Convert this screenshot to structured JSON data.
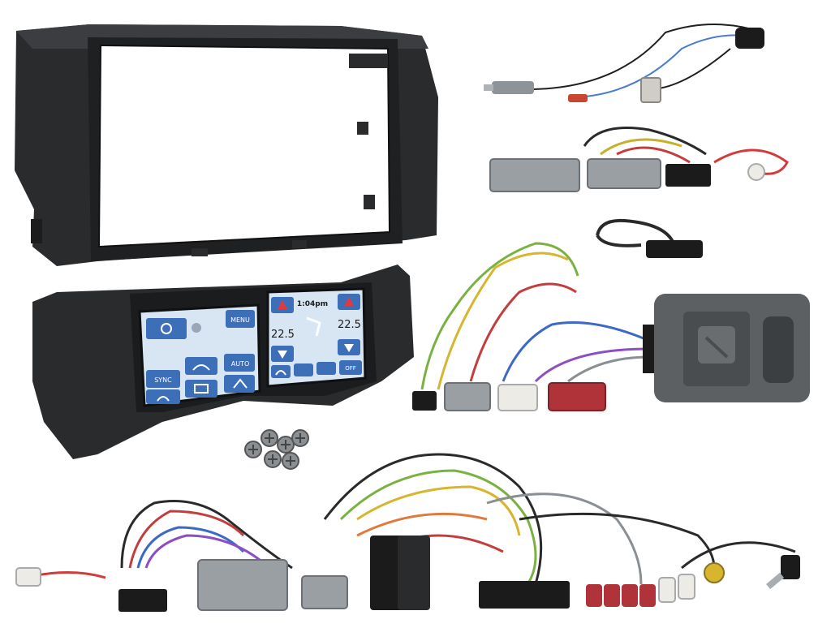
{
  "product": {
    "colors": {
      "bezel": "#2a2b2d",
      "bezel_edge": "#3c3d40",
      "screen_bg": "#d8e6f3",
      "button_blue": "#3d6fb8",
      "module_body": "#5d6063",
      "connector_grey": "#9a9fa4",
      "connector_white": "#ecebe6",
      "connector_red": "#b0333a",
      "connector_black": "#1b1b1c"
    },
    "climate_panel": {
      "left_screen": {
        "menu_label": "MENU",
        "sync_label": "SYNC",
        "auto_label": "AUTO"
      },
      "right_screen": {
        "time": "1:04pm",
        "temp_left": "22.5",
        "temp_right": "22.5",
        "off_label": "OFF"
      }
    },
    "icons": [
      "fan-icon",
      "logo-emblem-icon",
      "defrost-front-icon",
      "defrost-rear-icon",
      "seat-heat-icon",
      "seat-airflow-icon",
      "arrow-up-icon",
      "arrow-down-icon",
      "recirculation-icon",
      "aerial-plug-icon",
      "jack-plug-icon",
      "screw-icon"
    ]
  }
}
